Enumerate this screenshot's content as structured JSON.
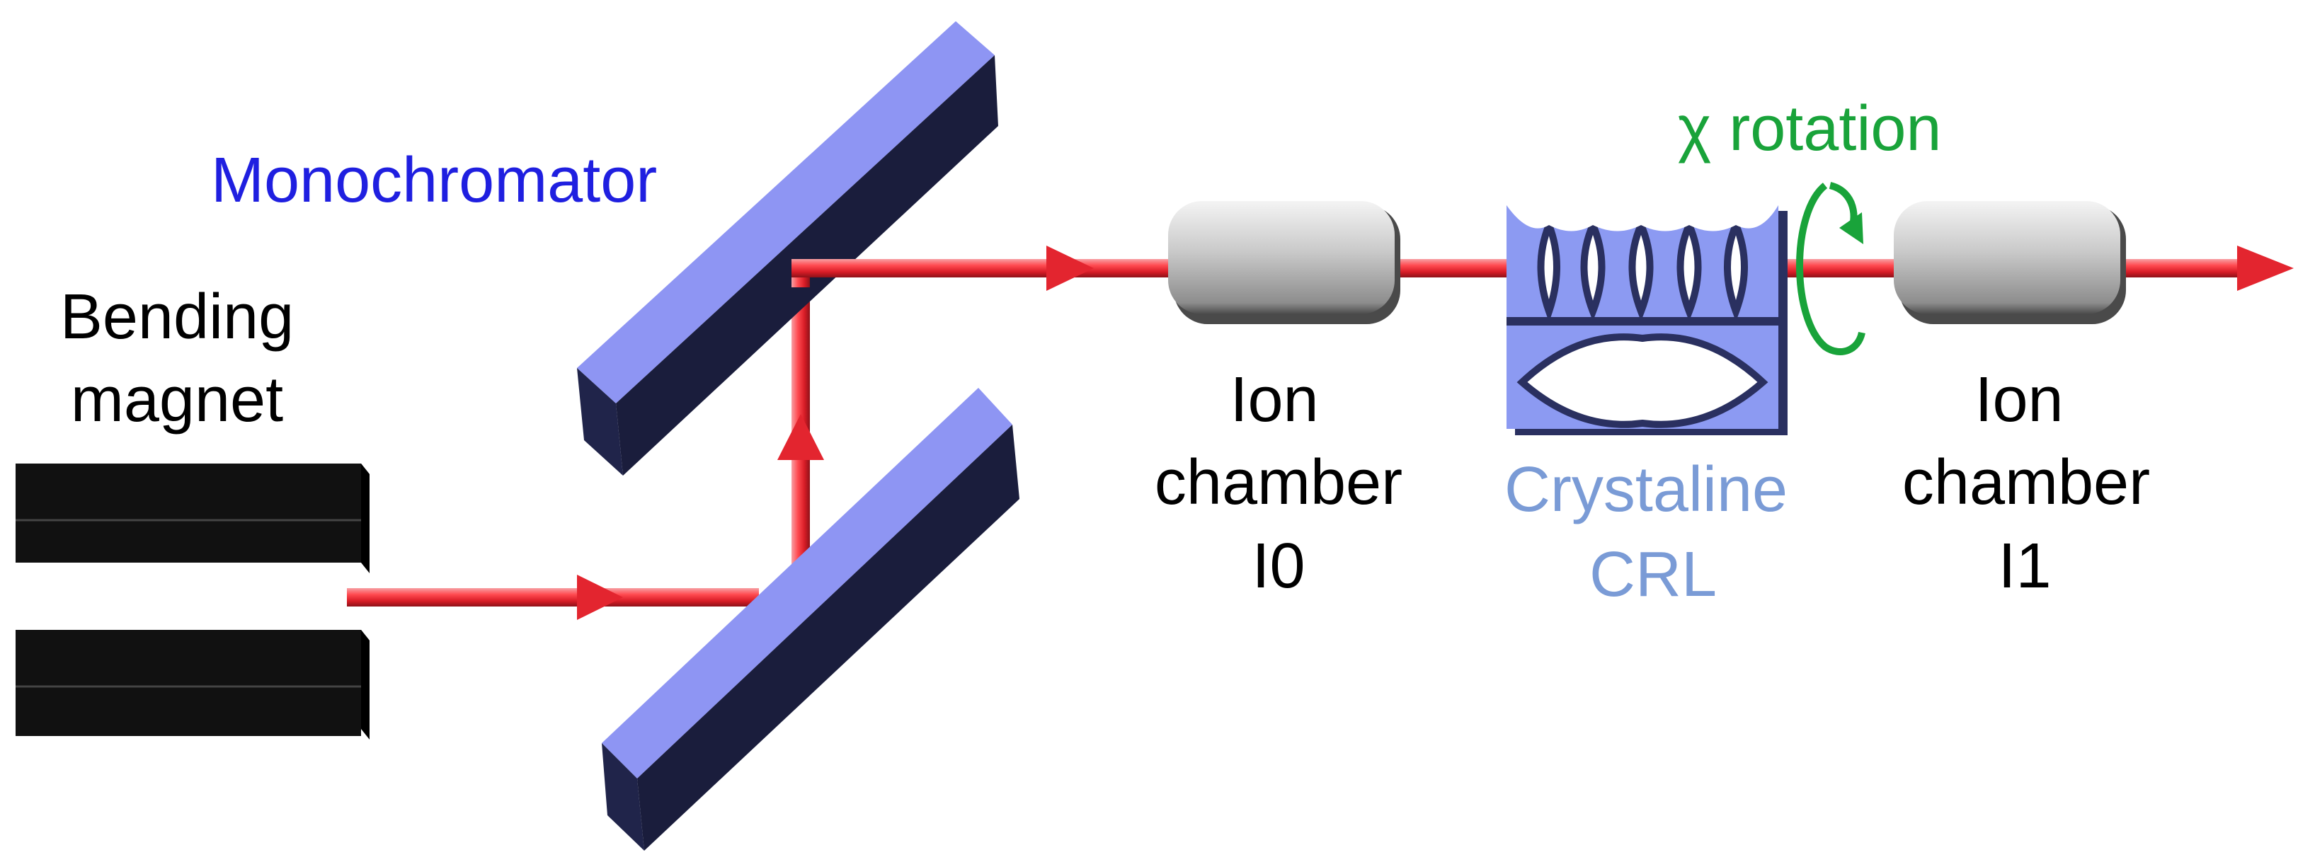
{
  "labels": {
    "bending_magnet_line1": "Bending",
    "bending_magnet_line2": "magnet",
    "monochromator": "Monochromator",
    "ion_chamber_i0_line1": "Ion",
    "ion_chamber_i0_line2": "chamber",
    "ion_chamber_i0_line3": "I0",
    "crl_line1": "Crystaline",
    "crl_line2": "CRL",
    "rotation": "χ rotation",
    "ion_chamber_i1_line1": "Ion",
    "ion_chamber_i1_line2": "chamber",
    "ion_chamber_i1_line3": "I1"
  },
  "colors": {
    "beam": "#e3252f",
    "monochromator_face": "#8e95f3",
    "monochromator_side": "#222244",
    "magnet": "#111111",
    "ion_chamber": "#bdbdbd",
    "crl": "#8c9af2",
    "crl_shadow": "#2a3060",
    "monochromator_label": "#1f1fe0",
    "crl_label": "#7a9bd6",
    "rotation_label": "#19a33a",
    "text": "#000000"
  }
}
